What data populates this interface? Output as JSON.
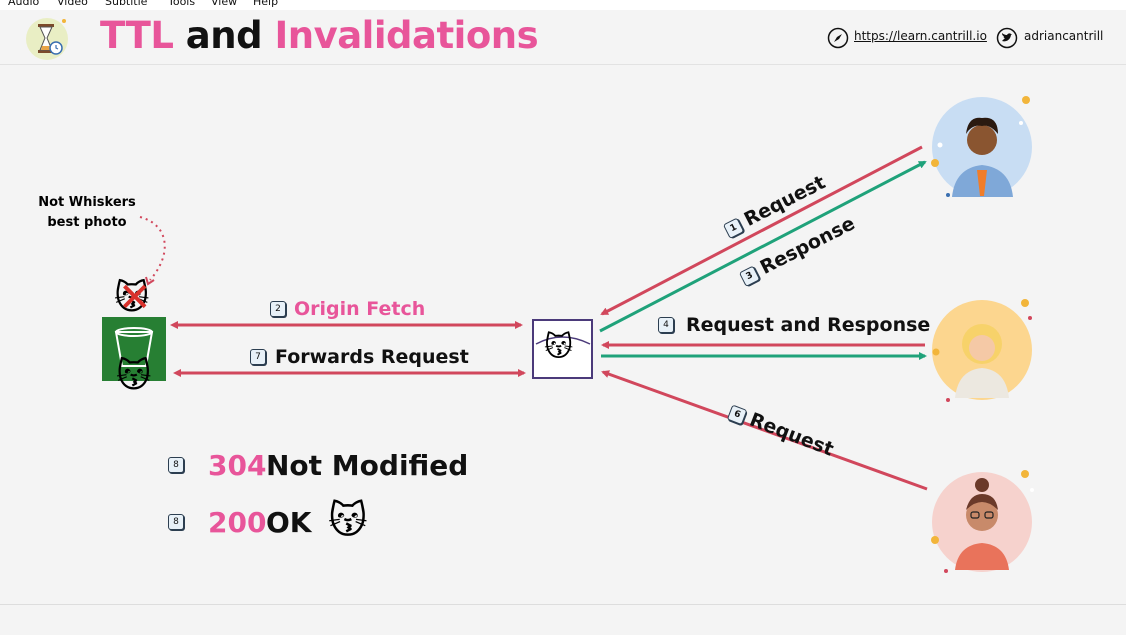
{
  "menubar": {
    "items": [
      "Audio",
      "Video",
      "Subtitle",
      "Tools",
      "View",
      "Help"
    ]
  },
  "header": {
    "title_ttl": "TTL",
    "title_and": "and",
    "title_invalidations": "Invalidations",
    "website": "https://learn.cantrill.io",
    "twitter": "adriancantrill"
  },
  "diagram": {
    "annotation_line1": "Not Whiskers",
    "annotation_line2": "best photo",
    "origin_fetch": {
      "num": "2",
      "label": "Origin Fetch"
    },
    "forwards_request": {
      "num": "7",
      "label": "Forwards Request"
    },
    "request_1": {
      "num": "1",
      "label": "Request"
    },
    "response_3": {
      "num": "3",
      "label": "Response"
    },
    "req_resp_4": {
      "num": "4",
      "label": "Request and Response"
    },
    "request_6": {
      "num": "6",
      "label": "Request"
    }
  },
  "results": [
    {
      "num": "8",
      "code": "304",
      "text": "Not Modified"
    },
    {
      "num": "8",
      "code": "200",
      "text": "OK"
    }
  ],
  "colors": {
    "pink": "#e8559a",
    "red_arrow": "#d1475c",
    "green_arrow": "#1fa27a",
    "edge_border": "#4b3a7a"
  }
}
